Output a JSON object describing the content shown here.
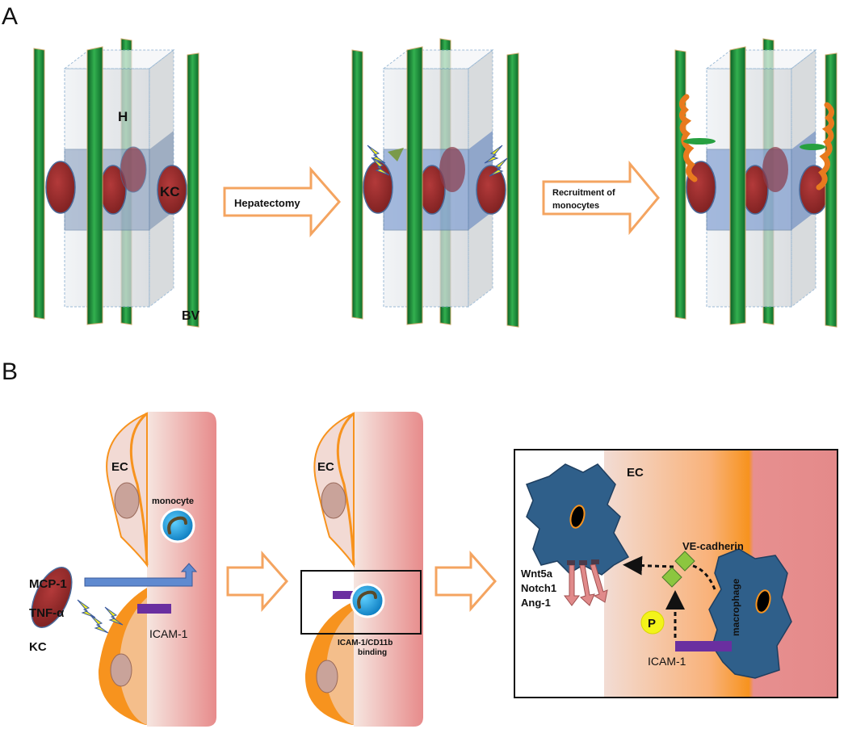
{
  "panel_a": {
    "letter": "A",
    "label_h": "H",
    "label_kc": "KC",
    "label_bv": "BV",
    "arrow1_label": "Hepatectomy",
    "arrow2_label_line1": "Recruitment of",
    "arrow2_label_line2": "monocytes"
  },
  "panel_b": {
    "letter": "B",
    "ec_label": "EC",
    "monocyte_label": "monocyte",
    "mcp1_label": "MCP-1",
    "tnfa_label": "TNF-α",
    "kc_label": "KC",
    "icam1_label": "ICAM-1",
    "ec_label_2": "EC",
    "binding_line1": "ICAM-1/CD11b",
    "binding_line2": "binding",
    "inset": {
      "ec_label": "EC",
      "vecadherin_label": "VE-cadherin",
      "wnt5a_label": "Wnt5a",
      "notch1_label": "Notch1",
      "ang1_label": "Ang-1",
      "p_label": "P",
      "icam1_label": "ICAM-1",
      "macrophage_label": "macrophage"
    }
  },
  "colors": {
    "vessel_green": "#1e8f3a",
    "kupffer_red": "#9a2a2a",
    "cell_pink": "#e8959a",
    "endothelial_orange": "#f7931e",
    "macrophage_blue": "#2f5f8a",
    "arrow_orange": "#f4a460",
    "icam_purple": "#6a2fa0",
    "vecad_green": "#8cc63f",
    "p_yellow": "#f3f31a"
  }
}
